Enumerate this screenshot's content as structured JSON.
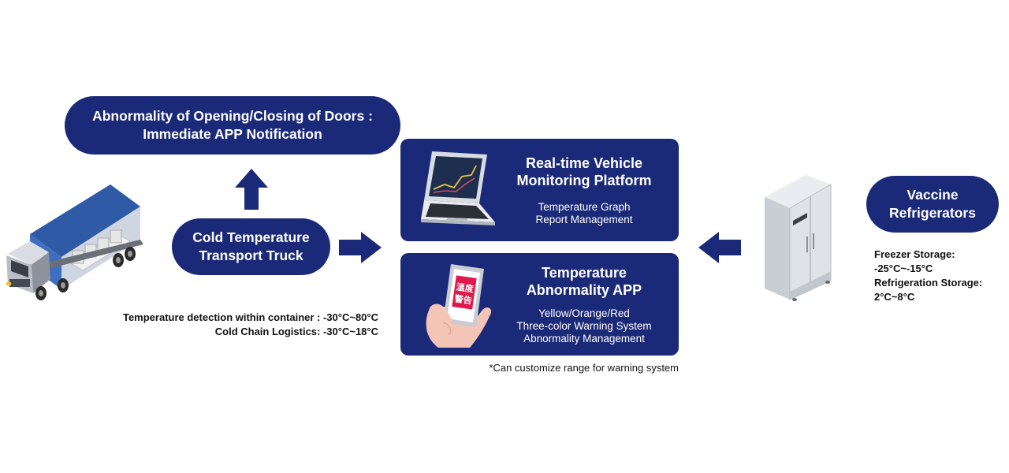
{
  "door_pill": {
    "line1": "Abnormality of Opening/Closing of Doors :",
    "line2": "Immediate APP Notification"
  },
  "truck_pill": {
    "line1": "Cold Temperature",
    "line2": "Transport Truck"
  },
  "truck_notes": {
    "line1": "Temperature detection within container : -30°C~80°C",
    "line2": "Cold Chain Logistics: -30°C~18°C"
  },
  "platform_box": {
    "title1": "Real-time Vehicle",
    "title2": "Monitoring Platform",
    "desc1": "Temperature Graph",
    "desc2": "Report Management"
  },
  "app_box": {
    "title1": "Temperature",
    "title2": "Abnormality APP",
    "desc1": "Yellow/Orange/Red",
    "desc2": "Three-color Warning System",
    "desc3": "Abnormality Management",
    "phone_text1": "溫度",
    "phone_text2": "警告"
  },
  "footnote": "*Can customize range for warning system",
  "vaccine_pill": {
    "line1": "Vaccine",
    "line2": "Refrigerators"
  },
  "vaccine_notes": {
    "line1": "Freezer Storage:",
    "line2": "-25°C~-15°C",
    "line3": "Refrigeration Storage:",
    "line4": "2°C~8°C"
  },
  "colors": {
    "navy": "#1b2a78",
    "accent_red": "#e0194d",
    "skin": "#f4c4b6"
  }
}
